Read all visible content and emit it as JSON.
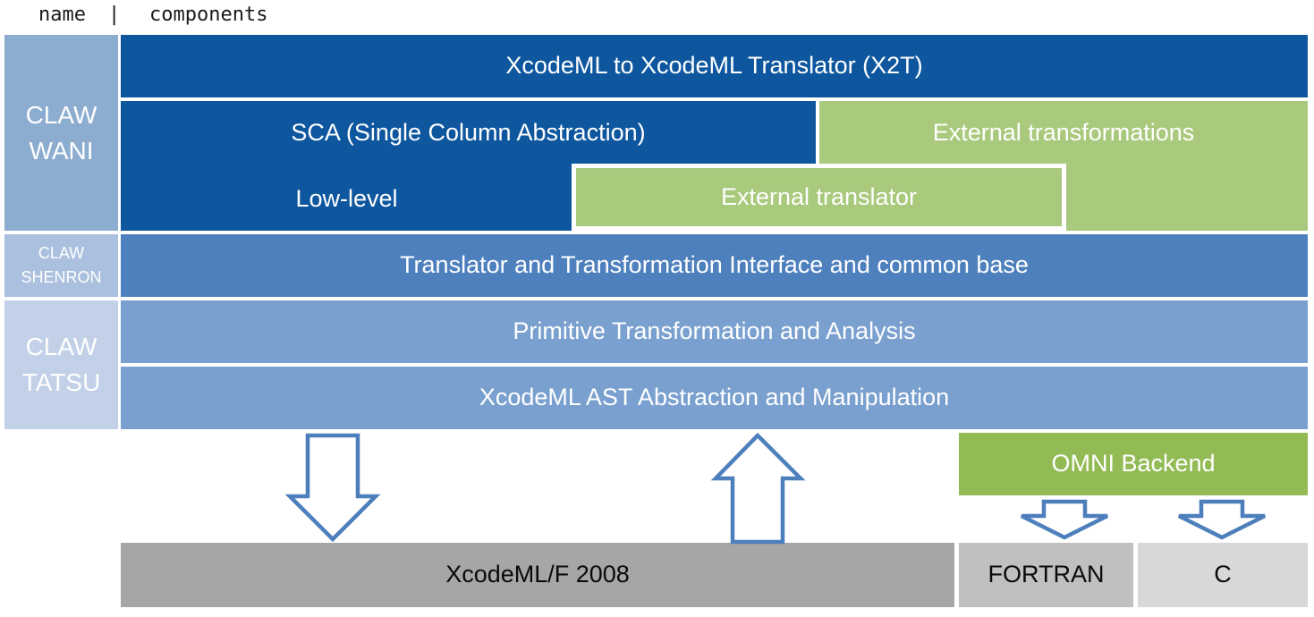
{
  "header": {
    "name_label": "name",
    "separator": "|",
    "components_label": "components"
  },
  "sidebar": {
    "wani": {
      "line1": "CLAW",
      "line2": "WANI"
    },
    "shenron": {
      "line1": "CLAW",
      "line2": "SHENRON"
    },
    "tatsu": {
      "line1": "CLAW",
      "line2": "TATSU"
    }
  },
  "layers": {
    "x2t": "XcodeML to XcodeML Translator (X2T)",
    "sca": "SCA (Single Column Abstraction)",
    "low_level": "Low-level",
    "external_transformations": "External transformations",
    "external_translator": "External translator",
    "shenron_base": "Translator and Transformation Interface and common base",
    "tatsu_primitive": "Primitive Transformation and Analysis",
    "tatsu_ast": "XcodeML AST Abstraction and Manipulation"
  },
  "backend": {
    "omni": "OMNI Backend"
  },
  "outputs": {
    "xcodeml_f": "XcodeML/F 2008",
    "fortran": "FORTRAN",
    "c": "C"
  },
  "icons": {
    "left_arrow": "big-down-arrow",
    "middle_arrow": "big-up-arrow",
    "omni_left_arrow": "small-down-arrow",
    "omni_right_arrow": "small-down-arrow"
  },
  "colors": {
    "dark-blue": "#0E579F",
    "mid-blue": "#4E80BE",
    "light-blue": "#7AA0CF",
    "sidebar-wani": "#8CACD0",
    "sidebar-shenron": "#ABC0DE",
    "sidebar-tatsu": "#C2D1E8",
    "green-light": "#A9C97D",
    "green-omni": "#93BB55",
    "gray-dark": "#A6A6A6",
    "gray-mid": "#C0C0C0",
    "gray-light": "#D8D8D8",
    "arrow-stroke": "#4E7FBD"
  }
}
